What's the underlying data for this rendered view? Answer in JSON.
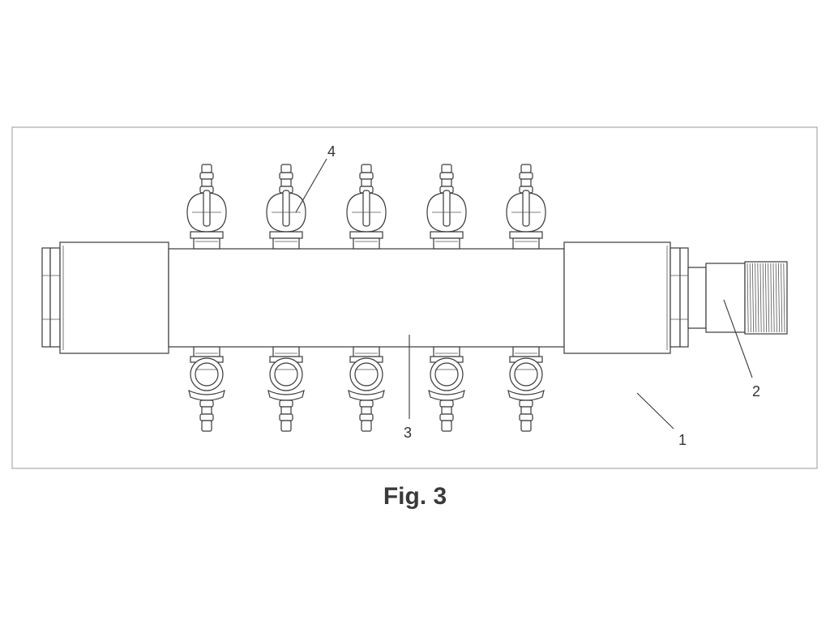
{
  "figure": {
    "caption": "Fig. 3",
    "callouts": [
      "1",
      "2",
      "3",
      "4"
    ]
  },
  "colors": {
    "line": "#3a3a3a",
    "background": "#ffffff",
    "frame": "#9a9a9a"
  }
}
